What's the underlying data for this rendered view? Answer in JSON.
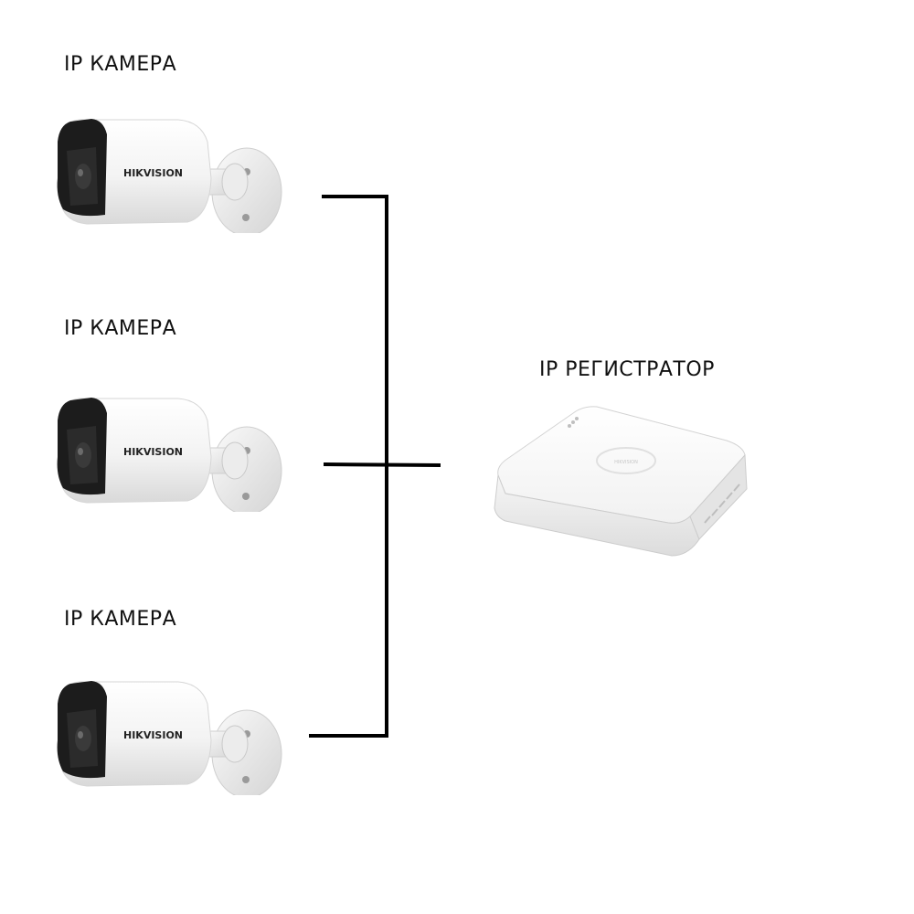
{
  "cameras": [
    {
      "label": "IP КАМЕРА",
      "brand": "HIKVISION",
      "icon": "bullet-camera-icon"
    },
    {
      "label": "IP КАМЕРА",
      "brand": "HIKVISION",
      "icon": "bullet-camera-icon"
    },
    {
      "label": "IP КАМЕРА",
      "brand": "HIKVISION",
      "icon": "bullet-camera-icon"
    }
  ],
  "recorder": {
    "label": "IP РЕГИСТРАТОР",
    "icon": "nvr-recorder-icon",
    "logo_text": "HIKVISION"
  },
  "colors": {
    "wire": "#000000",
    "text": "#111111",
    "device_body": "#f4f4f4",
    "lens_dark": "#1a1a1a"
  }
}
